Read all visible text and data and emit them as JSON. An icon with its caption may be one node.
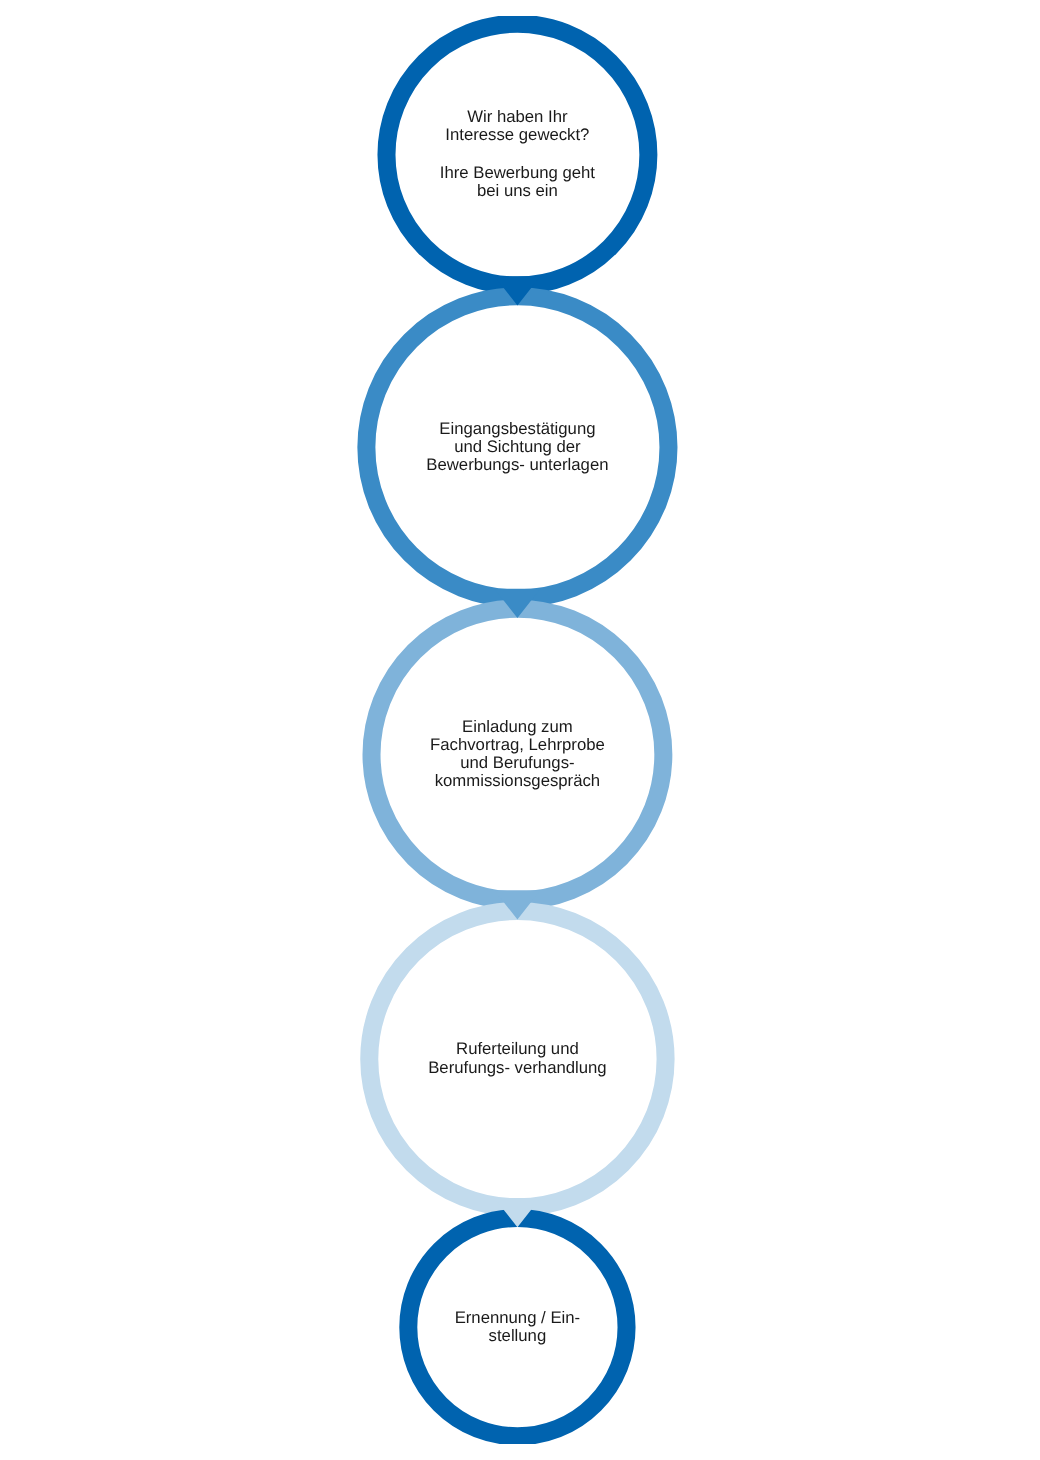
{
  "diagram": {
    "nodes": [
      {
        "text": [
          "Wir haben Ihr Interesse geweckt?",
          "Ihre Bewerbung geht bei uns ein"
        ]
      },
      {
        "text": [
          "Eingangsbestätigung und Sichtung der Bewerbungs- unterlagen"
        ]
      },
      {
        "text": [
          "Einladung zum Fachvortrag, Lehrprobe und Berufungs- kommissionsgespräch"
        ]
      },
      {
        "text": [
          "Ruferteilung und Berufungs- verhandlung"
        ]
      },
      {
        "text": [
          "Ernennung / Ein- stellung"
        ]
      }
    ],
    "edges": [
      {
        "from": 0,
        "to": 1,
        "arrow": "to",
        "color": "#0063af"
      },
      {
        "from": 1,
        "to": 2,
        "arrow": "to",
        "color": "#3a8bc6"
      },
      {
        "from": 2,
        "to": 3,
        "arrow": "to",
        "color": "#7fb3da"
      },
      {
        "from": 3,
        "to": 4,
        "arrow": "to",
        "color": "#c2dbed"
      }
    ]
  }
}
